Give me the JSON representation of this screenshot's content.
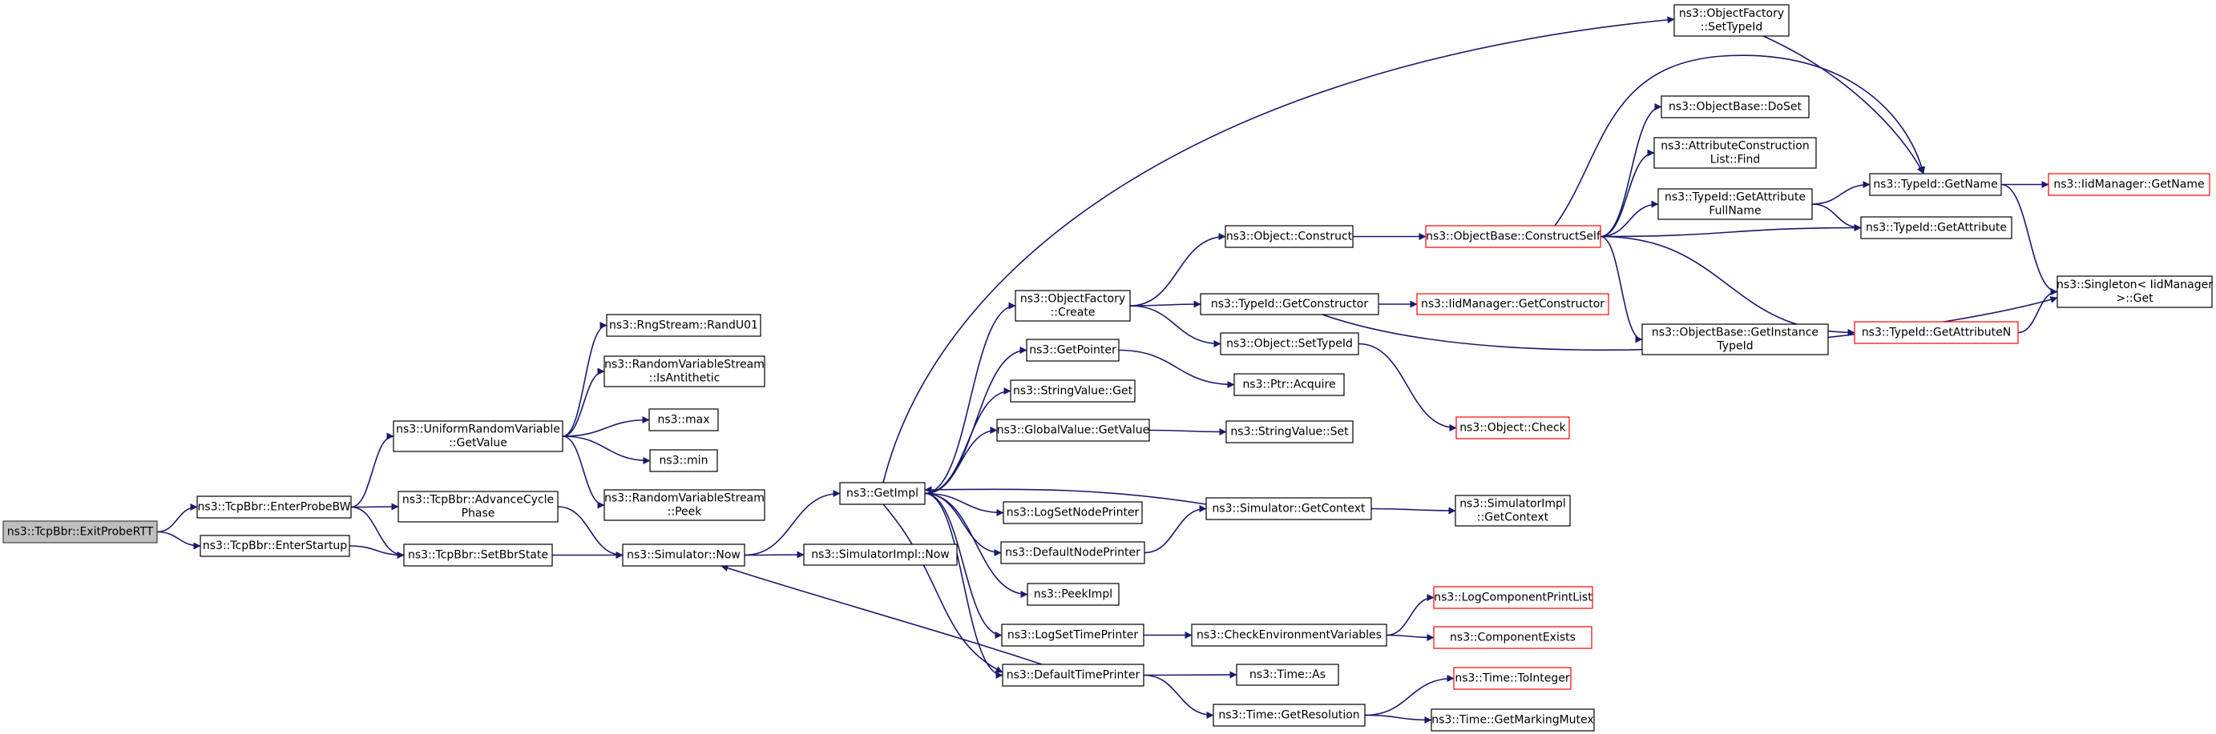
{
  "graph": {
    "nodes": [
      {
        "id": "exitprobertt",
        "lines": [
          "ns3::TcpBbr::ExitProbeRTT"
        ],
        "style": "root"
      },
      {
        "id": "enterprobebw",
        "lines": [
          "ns3::TcpBbr::EnterProbeBW"
        ],
        "style": "normal"
      },
      {
        "id": "enterstartup",
        "lines": [
          "ns3::TcpBbr::EnterStartup"
        ],
        "style": "normal"
      },
      {
        "id": "uniform_getvalue",
        "lines": [
          "ns3::UniformRandomVariable",
          "::GetValue"
        ],
        "style": "normal"
      },
      {
        "id": "advancecyclephase",
        "lines": [
          "ns3::TcpBbr::AdvanceCycle",
          "Phase"
        ],
        "style": "normal"
      },
      {
        "id": "setbbrstate",
        "lines": [
          "ns3::TcpBbr::SetBbrState"
        ],
        "style": "normal"
      },
      {
        "id": "randu01",
        "lines": [
          "ns3::RngStream::RandU01"
        ],
        "style": "normal"
      },
      {
        "id": "isantithetic",
        "lines": [
          "ns3::RandomVariableStream",
          "::IsAntithetic"
        ],
        "style": "normal"
      },
      {
        "id": "max",
        "lines": [
          "ns3::max"
        ],
        "style": "normal"
      },
      {
        "id": "min",
        "lines": [
          "ns3::min"
        ],
        "style": "normal"
      },
      {
        "id": "peek",
        "lines": [
          "ns3::RandomVariableStream",
          "::Peek"
        ],
        "style": "normal"
      },
      {
        "id": "simulator_now",
        "lines": [
          "ns3::Simulator::Now"
        ],
        "style": "normal"
      },
      {
        "id": "getimpl",
        "lines": [
          "ns3::GetImpl"
        ],
        "style": "normal"
      },
      {
        "id": "simimpl_now",
        "lines": [
          "ns3::SimulatorImpl::Now"
        ],
        "style": "normal"
      },
      {
        "id": "objfactory_create",
        "lines": [
          "ns3::ObjectFactory",
          "::Create"
        ],
        "style": "normal"
      },
      {
        "id": "getpointer",
        "lines": [
          "ns3::GetPointer"
        ],
        "style": "normal"
      },
      {
        "id": "stringvalue_get",
        "lines": [
          "ns3::StringValue::Get"
        ],
        "style": "normal"
      },
      {
        "id": "globalvalue_getvalue",
        "lines": [
          "ns3::GlobalValue::GetValue"
        ],
        "style": "normal"
      },
      {
        "id": "logsetnodeprinter",
        "lines": [
          "ns3::LogSetNodePrinter"
        ],
        "style": "normal"
      },
      {
        "id": "defaultnodeprinter",
        "lines": [
          "ns3::DefaultNodePrinter"
        ],
        "style": "normal"
      },
      {
        "id": "peekimpl",
        "lines": [
          "ns3::PeekImpl"
        ],
        "style": "normal"
      },
      {
        "id": "logsettimeprinter",
        "lines": [
          "ns3::LogSetTimePrinter"
        ],
        "style": "normal"
      },
      {
        "id": "defaulttimeprinter",
        "lines": [
          "ns3::DefaultTimePrinter"
        ],
        "style": "normal"
      },
      {
        "id": "objfactory_settypeid",
        "lines": [
          "ns3::ObjectFactory",
          "::SetTypeId"
        ],
        "style": "normal"
      },
      {
        "id": "object_construct",
        "lines": [
          "ns3::Object::Construct"
        ],
        "style": "normal"
      },
      {
        "id": "typeid_getconstructor",
        "lines": [
          "ns3::TypeId::GetConstructor"
        ],
        "style": "normal"
      },
      {
        "id": "object_settypeid",
        "lines": [
          "ns3::Object::SetTypeId"
        ],
        "style": "normal"
      },
      {
        "id": "ptr_acquire",
        "lines": [
          "ns3::Ptr::Acquire"
        ],
        "style": "normal"
      },
      {
        "id": "stringvalue_set",
        "lines": [
          "ns3::StringValue::Set"
        ],
        "style": "normal"
      },
      {
        "id": "simulator_getcontext",
        "lines": [
          "ns3::Simulator::GetContext"
        ],
        "style": "normal"
      },
      {
        "id": "checkenvvars",
        "lines": [
          "ns3::CheckEnvironmentVariables"
        ],
        "style": "normal"
      },
      {
        "id": "time_as",
        "lines": [
          "ns3::Time::As"
        ],
        "style": "normal"
      },
      {
        "id": "time_getresolution",
        "lines": [
          "ns3::Time::GetResolution"
        ],
        "style": "normal"
      },
      {
        "id": "objectbase_constructself",
        "lines": [
          "ns3::ObjectBase::ConstructSelf"
        ],
        "style": "red"
      },
      {
        "id": "iidmanager_getconstructor",
        "lines": [
          "ns3::IidManager::GetConstructor"
        ],
        "style": "red"
      },
      {
        "id": "object_check",
        "lines": [
          "ns3::Object::Check"
        ],
        "style": "red"
      },
      {
        "id": "simimpl_getcontext",
        "lines": [
          "ns3::SimulatorImpl",
          "::GetContext"
        ],
        "style": "normal"
      },
      {
        "id": "logcomponentprintlist",
        "lines": [
          "ns3::LogComponentPrintList"
        ],
        "style": "red"
      },
      {
        "id": "componentexists",
        "lines": [
          "ns3::ComponentExists"
        ],
        "style": "red"
      },
      {
        "id": "time_tointeger",
        "lines": [
          "ns3::Time::ToInteger"
        ],
        "style": "red"
      },
      {
        "id": "time_getmarkingmutex",
        "lines": [
          "ns3::Time::GetMarkingMutex"
        ],
        "style": "normal"
      },
      {
        "id": "objectbase_doset",
        "lines": [
          "ns3::ObjectBase::DoSet"
        ],
        "style": "normal"
      },
      {
        "id": "attrconstructionlist_find",
        "lines": [
          "ns3::AttributeConstruction",
          "List::Find"
        ],
        "style": "normal"
      },
      {
        "id": "typeid_getattributefullname",
        "lines": [
          "ns3::TypeId::GetAttribute",
          "FullName"
        ],
        "style": "normal"
      },
      {
        "id": "objectbase_getinstancetypeid",
        "lines": [
          "ns3::ObjectBase::GetInstance",
          "TypeId"
        ],
        "style": "normal"
      },
      {
        "id": "typeid_getattributen",
        "lines": [
          "ns3::TypeId::GetAttributeN"
        ],
        "style": "red"
      },
      {
        "id": "typeid_getname",
        "lines": [
          "ns3::TypeId::GetName"
        ],
        "style": "normal"
      },
      {
        "id": "typeid_getattribute",
        "lines": [
          "ns3::TypeId::GetAttribute"
        ],
        "style": "normal"
      },
      {
        "id": "iidmanager_getname",
        "lines": [
          "ns3::IidManager::GetName"
        ],
        "style": "red"
      },
      {
        "id": "singleton_get",
        "lines": [
          "ns3::Singleton< IidManager",
          ">::Get"
        ],
        "style": "normal"
      }
    ]
  }
}
